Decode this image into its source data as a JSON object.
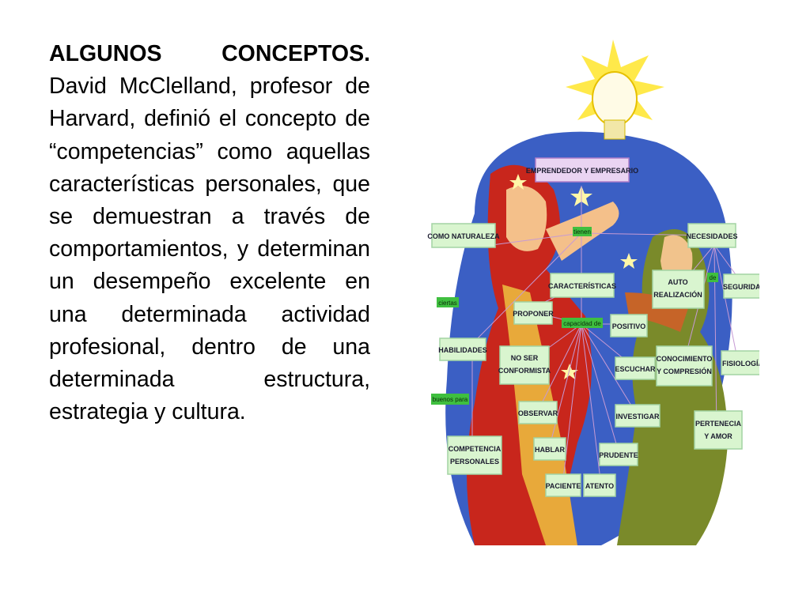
{
  "slide": {
    "heading": "ALGUNOS CONCEPTOS.",
    "body": "David McClelland, profesor de Harvard, definió el concepto de “competencias” como aquellas características personales, que se demuestran a través de comportamientos, y determinan un desempeño excelente en una determinada actividad profesional, dentro de una determinada estructura, estrategia y cultura."
  },
  "concept_map": {
    "top": "EMPRENDEDOR Y EMPRESARIO",
    "links": {
      "tienen": "tienen",
      "capacidad_de": "capacidad de",
      "de": "de",
      "ciertas": "ciertas",
      "buenos_para": "buenos para"
    },
    "nodes": {
      "como_naturaleza": "COMO NATURALEZA",
      "necesidades": "NECESIDADES",
      "caracteristicas": "CARACTERÍSTICAS",
      "auto_line1": "AUTO",
      "auto_line2": "REALIZACIÓN",
      "seguridad": "SEGURIDAD",
      "proponer": "PROPONER",
      "positivo": "POSITIVO",
      "habilidades": "HABILIDADES",
      "no_ser_line1": "NO SER",
      "no_ser_line2": "CONFORMISTA",
      "escuchar": "ESCUCHAR",
      "conocimiento_line1": "CONOCIMIENTO",
      "conocimiento_line2": "Y COMPRESIÓN",
      "fisiologia": "FISIOLOGÍA",
      "observar": "OBSERVAR",
      "investigar": "INVESTIGAR",
      "pertenencia_line1": "PERTENECIA",
      "pertenencia_line2": "Y AMOR",
      "competencia_line1": "COMPETENCIA",
      "competencia_line2": "PERSONALES",
      "hablar": "HABLAR",
      "prudente": "PRUDENTE",
      "paciente": "PACIENTE",
      "atento": "ATENTO"
    }
  }
}
